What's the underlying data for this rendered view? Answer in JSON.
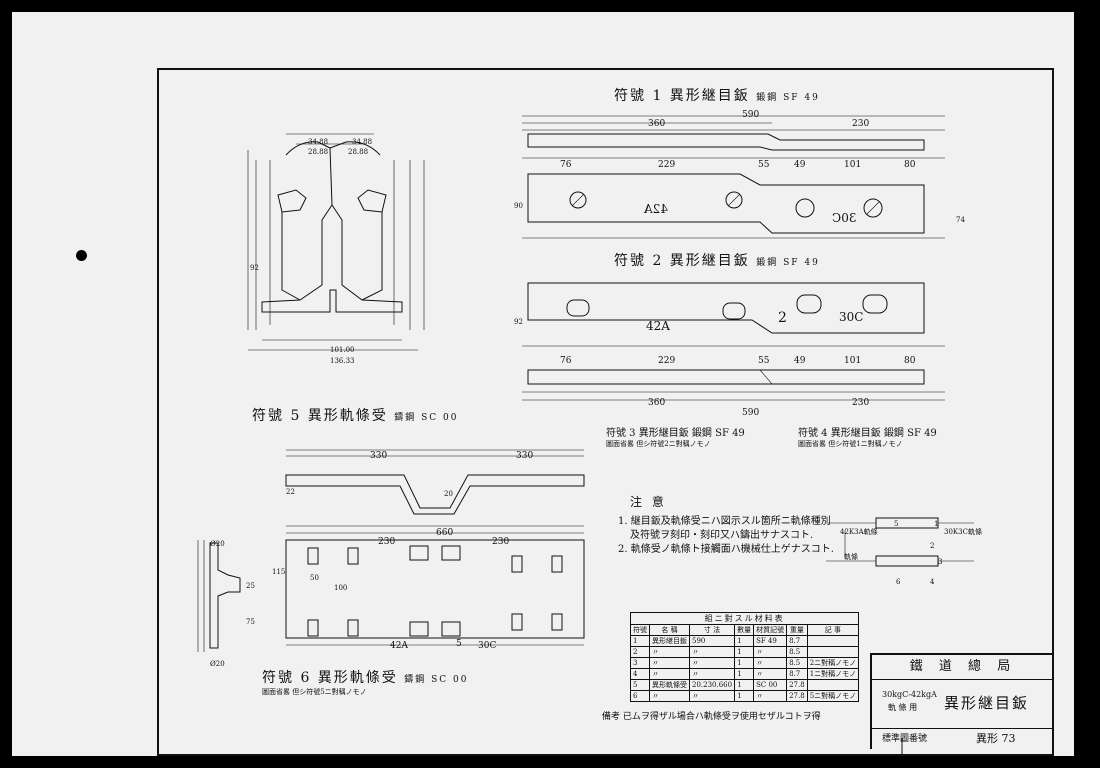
{
  "parts": [
    {
      "caption": "符號 1  異形継目鈑",
      "material": "鍛鋼  SF 49"
    },
    {
      "caption": "符號 2  異形継目鈑",
      "material": "鍛鋼  SF 49"
    },
    {
      "caption": "符號 3  異形継目鈑",
      "material": "鍛鋼  SF 49",
      "sub": "圖面省畧  但シ符號2ニ對稱ノモノ"
    },
    {
      "caption": "符號 4  異形継目鈑",
      "material": "鍛鋼  SF 49",
      "sub": "圖面省畧  但シ符號1ニ對稱ノモノ"
    },
    {
      "caption": "符號 5  異形軌條受",
      "material": "鑄鋼  SC 00"
    },
    {
      "caption": "符號 6  異形軌條受",
      "material": "鑄鋼  SC 00",
      "sub": "圖面省畧  但シ符號5ニ對稱ノモノ"
    }
  ],
  "dims": {
    "plate_total": "590",
    "plate_left": "360",
    "plate_right": "230",
    "seg_a": "76",
    "seg_b": "229",
    "seg_c": "55",
    "seg_d": "49",
    "seg_e": "101",
    "seg_f": "80",
    "mark_42A": "42A",
    "mark_30C": "30C",
    "mark_2": "2",
    "sec_top_l": "34.88",
    "sec_top_r": "34.88",
    "sec_top2_l": "28.88",
    "sec_top2_r": "28.88",
    "sec_base1": "101.00",
    "sec_base2": "136.33",
    "h92": "92",
    "h90": "90",
    "h74": "74",
    "chair_330a": "330",
    "chair_330b": "330",
    "chair_660": "660",
    "chair_230a": "230",
    "chair_230b": "230",
    "chair_50": "50",
    "chair_100": "100",
    "chair_20": "20",
    "chair_22": "22",
    "side_020": "Ø20",
    "side_25": "25",
    "side_75": "75",
    "side_115": "115",
    "chair_mark_42A": "42A",
    "chair_mark_5": "5",
    "chair_mark_30C": "30C"
  },
  "notes": {
    "heading": "注 意",
    "line1": "1. 継目鈑及軌條受ニハ図示スル箇所ニ軌條種別",
    "line1b": "及符號ヲ刻印・刻印又ハ鑄出サナスコト.",
    "line2": "2. 軌條受ノ軌條ト接觸面ハ機械仕上ゲナスコト."
  },
  "inset": {
    "left_label": "42K3A軌條",
    "right_label": "30K3C軌條",
    "n1": "1",
    "n2": "2",
    "n3": "3",
    "n4": "4",
    "n5": "5",
    "n6": "6",
    "side": "軌條"
  },
  "material_table": {
    "caption": "組ニ對スル材料表",
    "headers": [
      "符號",
      "名 稱",
      "寸 法",
      "數量",
      "材質記號",
      "重量",
      "記 事"
    ],
    "rows": [
      [
        "1",
        "異形継目鈑",
        "590",
        "1",
        "SF 49",
        "8.7",
        ""
      ],
      [
        "2",
        "〃",
        "〃",
        "1",
        "〃",
        "8.5",
        ""
      ],
      [
        "3",
        "〃",
        "〃",
        "1",
        "〃",
        "8.5",
        "2ニ對稱ノモノ"
      ],
      [
        "4",
        "〃",
        "〃",
        "1",
        "〃",
        "8.7",
        "1ニ對稱ノモノ"
      ],
      [
        "5",
        "異形軌條受",
        "20.230.660",
        "1",
        "SC 00",
        "27.8",
        ""
      ],
      [
        "6",
        "〃",
        "〃",
        "1",
        "〃",
        "27.8",
        "5ニ對稱ノモノ"
      ]
    ]
  },
  "remark": "備考  已ムヲ得ザル場合ハ軌條受ヲ使用セザルコトヲ得",
  "title_block": {
    "org": "鐵 道 總 局",
    "rail": "30kgC-42kgA",
    "rail_sub": "軌 條 用",
    "name": "異形継目鈑",
    "std_label": "標準圖番號",
    "std_no": "異形  73"
  }
}
